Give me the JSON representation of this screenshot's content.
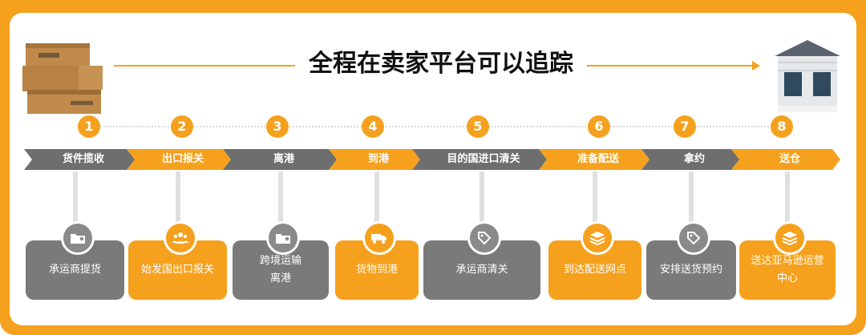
{
  "title": "全程在卖家平台可以追踪",
  "colors": {
    "accent": "#f5a11d",
    "gray": "#7a7a7a",
    "chevron_gray": "#6e6e6e"
  },
  "steps": [
    {
      "num": "1",
      "stage": "货件揽收",
      "detail": "承运商提货",
      "style": "gray",
      "icon": "folder-icon"
    },
    {
      "num": "2",
      "stage": "出口报关",
      "detail": "始发国出口报关",
      "style": "orange",
      "icon": "users-icon"
    },
    {
      "num": "3",
      "stage": "离港",
      "detail": "跨境运输\n离港",
      "style": "gray",
      "icon": "folder-icon"
    },
    {
      "num": "4",
      "stage": "到港",
      "detail": "货物到港",
      "style": "orange",
      "icon": "truck-icon"
    },
    {
      "num": "5",
      "stage": "目的国进口清关",
      "detail": "承运商清关",
      "style": "gray",
      "icon": "tag-icon"
    },
    {
      "num": "6",
      "stage": "准备配送",
      "detail": "到达配送网点",
      "style": "orange",
      "icon": "layers-icon"
    },
    {
      "num": "7",
      "stage": "拿约",
      "detail": "安排送货预约",
      "style": "gray",
      "icon": "tag-icon"
    },
    {
      "num": "8",
      "stage": "送仓",
      "detail": "送达亚马逊运营\n中心",
      "style": "orange",
      "icon": "layers-icon"
    }
  ]
}
